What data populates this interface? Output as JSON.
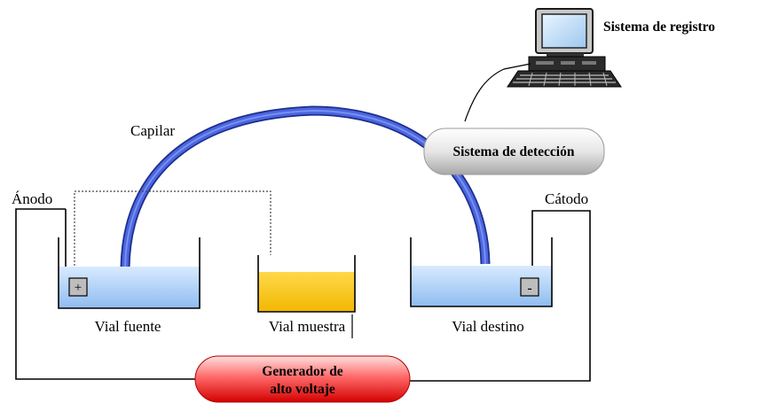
{
  "labels": {
    "registro": "Sistema de registro",
    "deteccion": "Sistema de detección",
    "capilar": "Capilar",
    "anodo": "Ánodo",
    "catodo": "Cátodo",
    "vial_fuente": "Vial fuente",
    "vial_muestra": "Vial muestra",
    "vial_destino": "Vial destino",
    "generador_line1": "Generador de",
    "generador_line2": "alto voltaje",
    "plus_sign": "+",
    "minus_sign": "-"
  },
  "icons": {
    "computer": "computer-terminal-icon"
  },
  "colors": {
    "capillary": "#4a66e0",
    "buffer_fill": "#a8cdf5",
    "sample_fill": "#f7c418",
    "generator": "#e82020",
    "detector": "#d6d6d6"
  }
}
